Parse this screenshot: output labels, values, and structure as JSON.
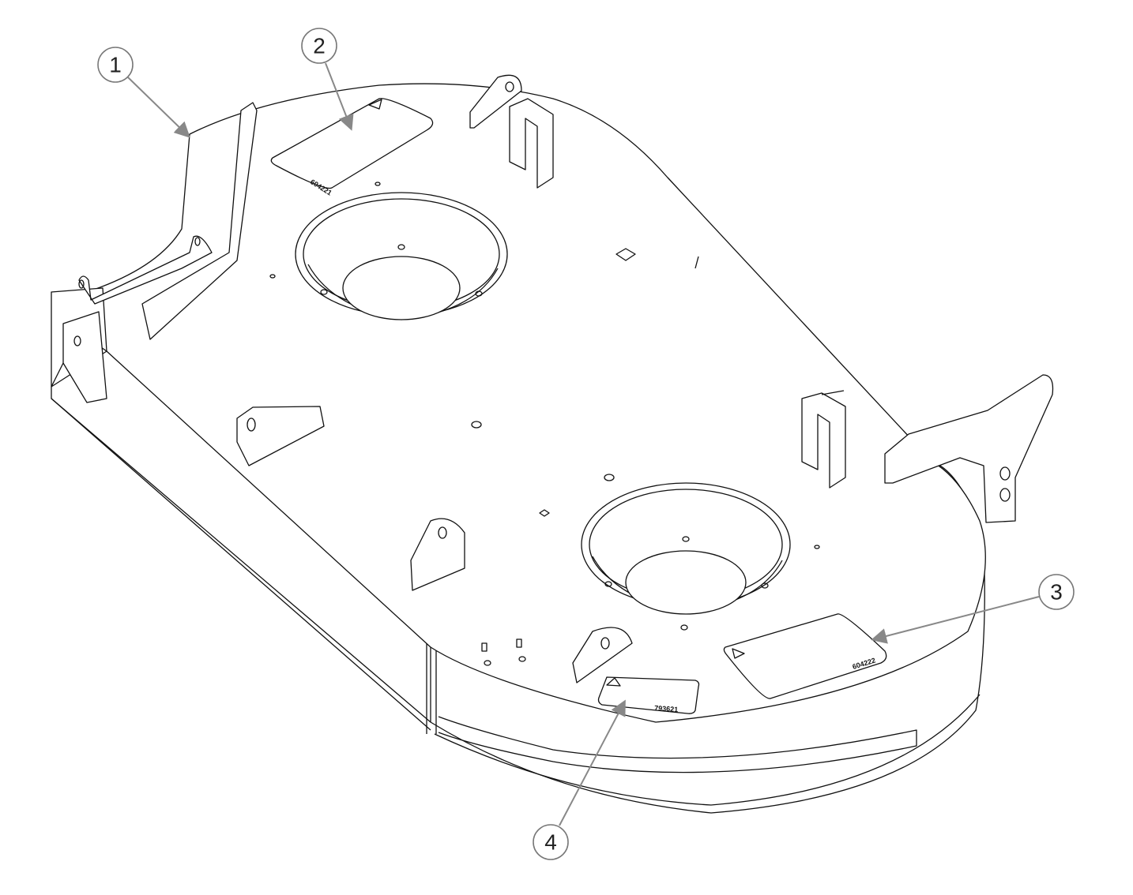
{
  "title": "Mower deck assembly - decal locations",
  "callouts": [
    {
      "number": "1",
      "target": "deck-left-decal-slot"
    },
    {
      "number": "2",
      "target": "decal-604221"
    },
    {
      "number": "3",
      "target": "decal-604222"
    },
    {
      "number": "4",
      "target": "decal-793621"
    }
  ],
  "decals": {
    "rear": "604221",
    "front_right": "604222",
    "front_center": "793621"
  },
  "colors": {
    "line": "#111111",
    "leader": "#888888"
  }
}
